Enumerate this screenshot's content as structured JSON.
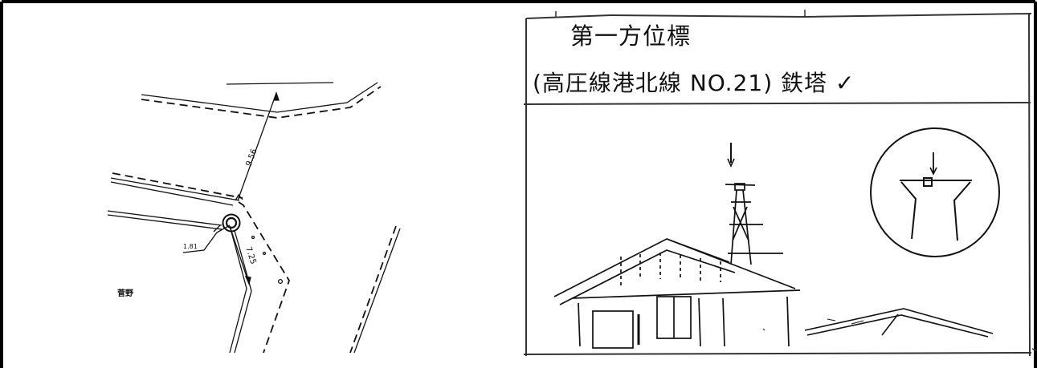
{
  "left_panel": {
    "dim_upper": "9.56",
    "dim_lower": "7.25",
    "dim_small": "1.81",
    "place_name": "菅野"
  },
  "right_panel": {
    "title_line1": "第一方位標",
    "title_line2": "(高圧線港北線 NO.21) 鉄塔 ✓"
  },
  "colors": {
    "ink": "#111111",
    "frame": "#000000",
    "background": "#ffffff"
  }
}
